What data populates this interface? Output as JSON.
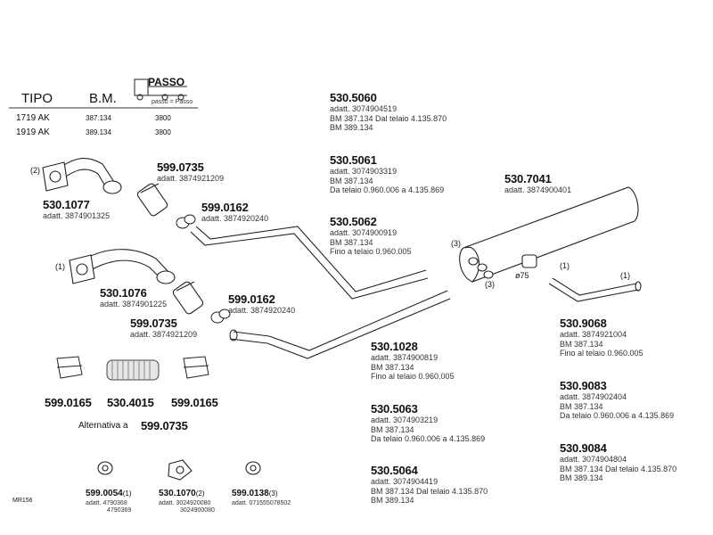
{
  "table": {
    "headers": [
      "TIPO",
      "B.M.",
      "PASSO"
    ],
    "rows": [
      {
        "tipo": "1719 AK",
        "bm": "387.134",
        "passo": "3800"
      },
      {
        "tipo": "1919 AK",
        "bm": "389.134",
        "passo": "3800"
      }
    ],
    "icon_caption": "passo = Passo"
  },
  "parts": {
    "p5305060": {
      "code": "530.5060",
      "lines": [
        "adatt. 3074904519",
        "BM 387.134 Dal telaio 4.135.870",
        "BM 389.134"
      ]
    },
    "p5305061": {
      "code": "530.5061",
      "lines": [
        "adatt. 3074903319",
        "BM 387.134",
        "Da telaio 0.960.006 a 4.135.869"
      ]
    },
    "p5305062": {
      "code": "530.5062",
      "lines": [
        "adatt. 3074900919",
        "BM 387.134",
        "Fino a telaio 0.960.005"
      ]
    },
    "p5307041": {
      "code": "530.7041",
      "lines": [
        "adatt. 3874900401"
      ]
    },
    "p5300735a": {
      "code": "599.0735",
      "lines": [
        "adatt. 3874921209"
      ]
    },
    "p5990162a": {
      "code": "599.0162",
      "lines": [
        "adatt. 3874920240"
      ]
    },
    "p5301077": {
      "code": "530.1077",
      "lines": [
        "adatt. 3874901325"
      ]
    },
    "p5301076": {
      "code": "530.1076",
      "lines": [
        "adatt. 3874901225"
      ]
    },
    "p5990162b": {
      "code": "599.0162",
      "lines": [
        "adatt. 3874920240"
      ]
    },
    "p5990735b": {
      "code": "599.0735",
      "lines": [
        "adatt. 3874921209"
      ]
    },
    "p5301028": {
      "code": "530.1028",
      "lines": [
        "adatt. 3874900819",
        "BM 387.134",
        "Fino al telaio 0.960.005"
      ]
    },
    "p5305063": {
      "code": "530.5063",
      "lines": [
        "adatt. 3074903219",
        "BM 387.134",
        "Da telaio 0.960.006 a 4.135.869"
      ]
    },
    "p5305064": {
      "code": "530.5064",
      "lines": [
        "adatt. 3074904419",
        "BM 387.134 Dal telaio 4.135.870",
        "BM 389.134"
      ]
    },
    "p5309068": {
      "code": "530.9068",
      "lines": [
        "adatt. 3874921004",
        "BM 387.134",
        "Fino al telaio 0.960.005"
      ]
    },
    "p5309083": {
      "code": "530.9083",
      "lines": [
        "adatt. 3874902404",
        "BM 387.134",
        "Da telaio 0.960.006 a 4.135.869"
      ]
    },
    "p5309084": {
      "code": "530.9084",
      "lines": [
        "adatt. 3074904804",
        "BM 387.134 Dal telaio 4.135.870",
        "BM 389.134"
      ]
    },
    "p5990165a": {
      "code": "599.0165"
    },
    "p5304015": {
      "code": "530.4015"
    },
    "p5990165b": {
      "code": "599.0165"
    },
    "alternativa": {
      "prefix": "Alternativa a",
      "code": "599.0735"
    },
    "p5990054": {
      "code": "599.0054",
      "ref": "(1)",
      "lines": [
        "adatt. 4790368",
        "4790369"
      ]
    },
    "p5301070": {
      "code": "530.1070",
      "ref": "(2)",
      "lines": [
        "adatt. 3024920080",
        "3024900080"
      ]
    },
    "p5990138": {
      "code": "599.0138",
      "ref": "(3)",
      "lines": [
        "adatt. 071555078502"
      ]
    }
  },
  "callouts": {
    "c1": "(1)",
    "c2": "(2)",
    "c3": "(3)",
    "c1b": "(1)",
    "c1c": "(1)",
    "c3b": "(3)",
    "c3c": "(3)",
    "diam": "ø75"
  },
  "footer": {
    "ref": "MR156"
  }
}
